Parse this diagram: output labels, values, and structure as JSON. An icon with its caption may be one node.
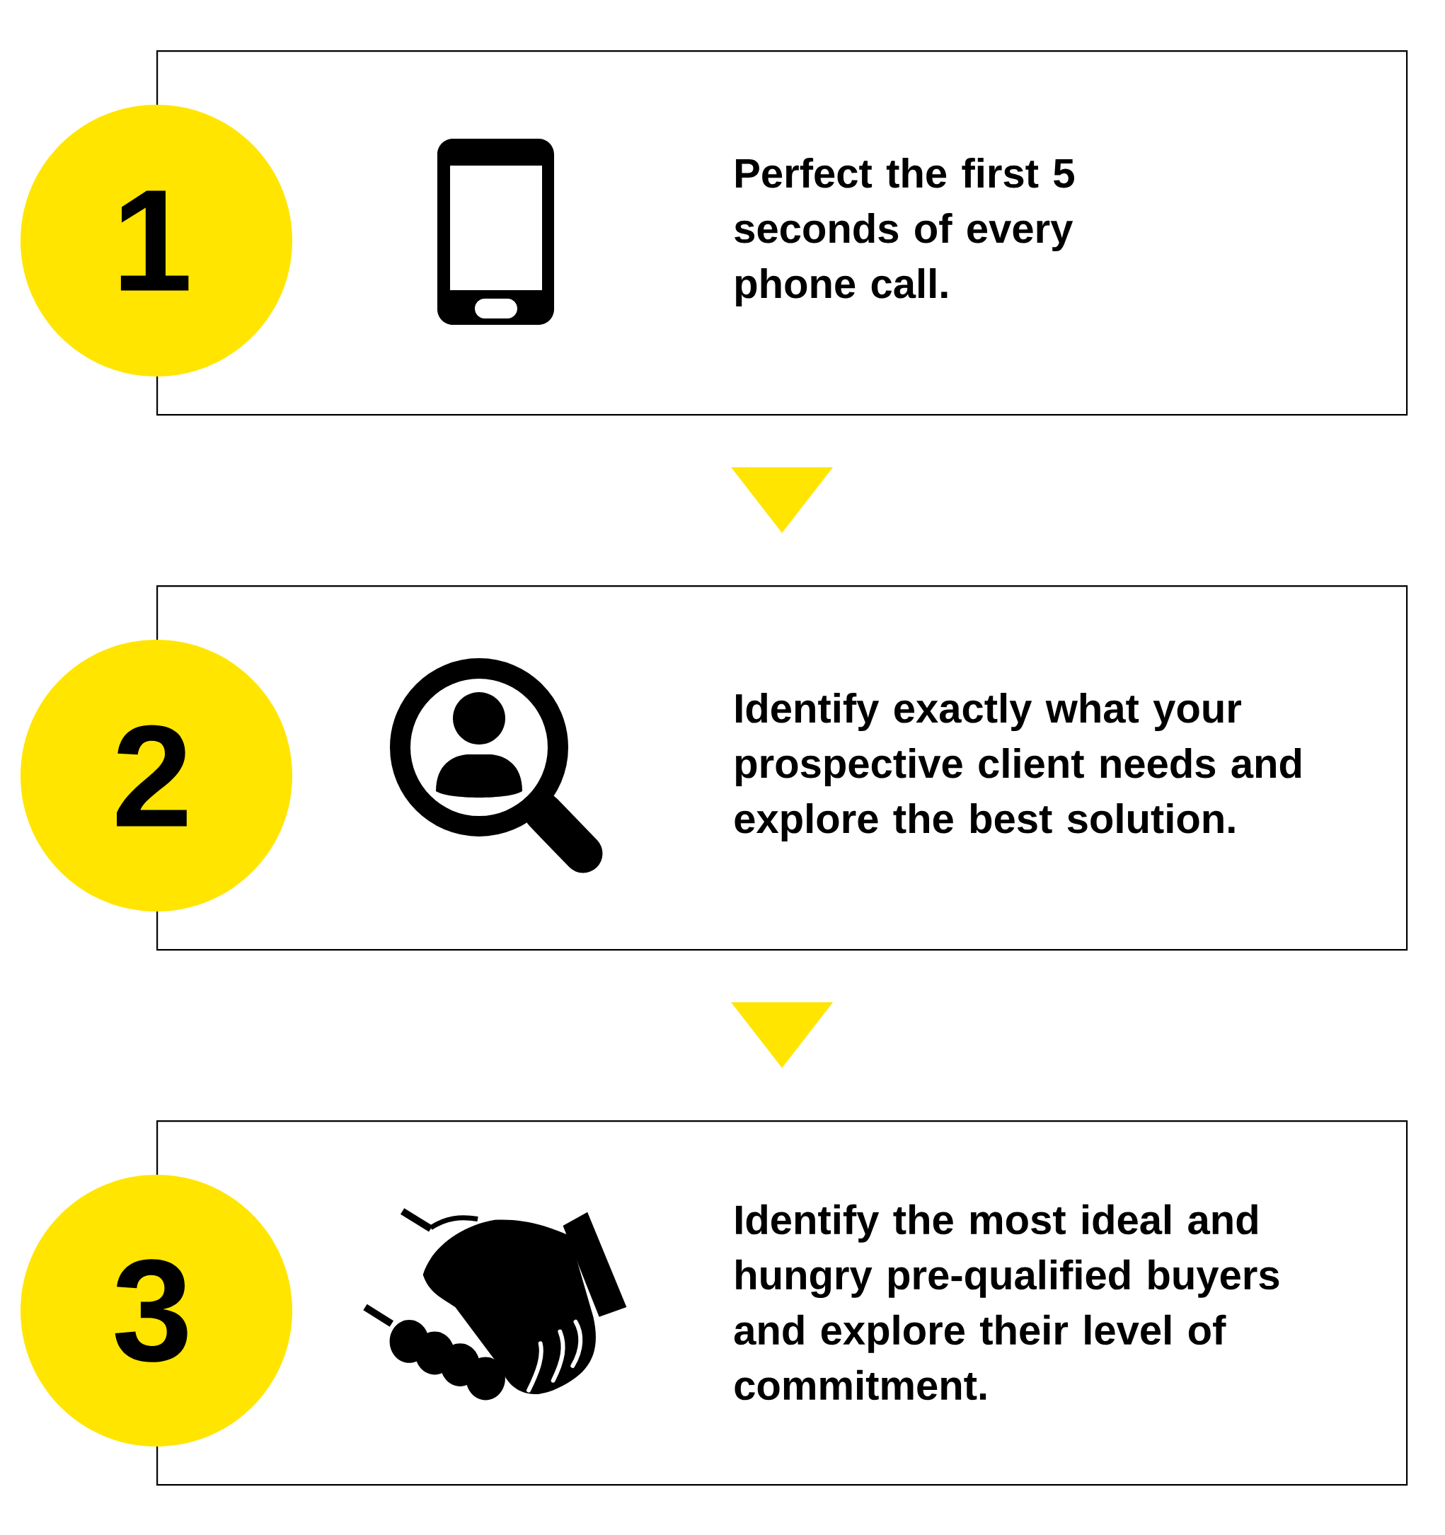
{
  "diagram": {
    "nodes": [
      {
        "text": [
          "1"
        ]
      },
      {
        "text": [
          "Perfect the first 5 seconds of every phone call."
        ]
      },
      {
        "text": [
          "2"
        ]
      },
      {
        "text": [
          "Identify exactly what your prospective client needs and explore the best solution."
        ]
      },
      {
        "text": [
          "3"
        ]
      },
      {
        "text": [
          "Identify the most ideal and hungry pre-qualified buyers and explore their level of commitment."
        ]
      }
    ],
    "edges": [
      {
        "from": 1,
        "to": 3,
        "arrow": "to"
      },
      {
        "from": 3,
        "to": 5,
        "arrow": "to"
      }
    ]
  }
}
